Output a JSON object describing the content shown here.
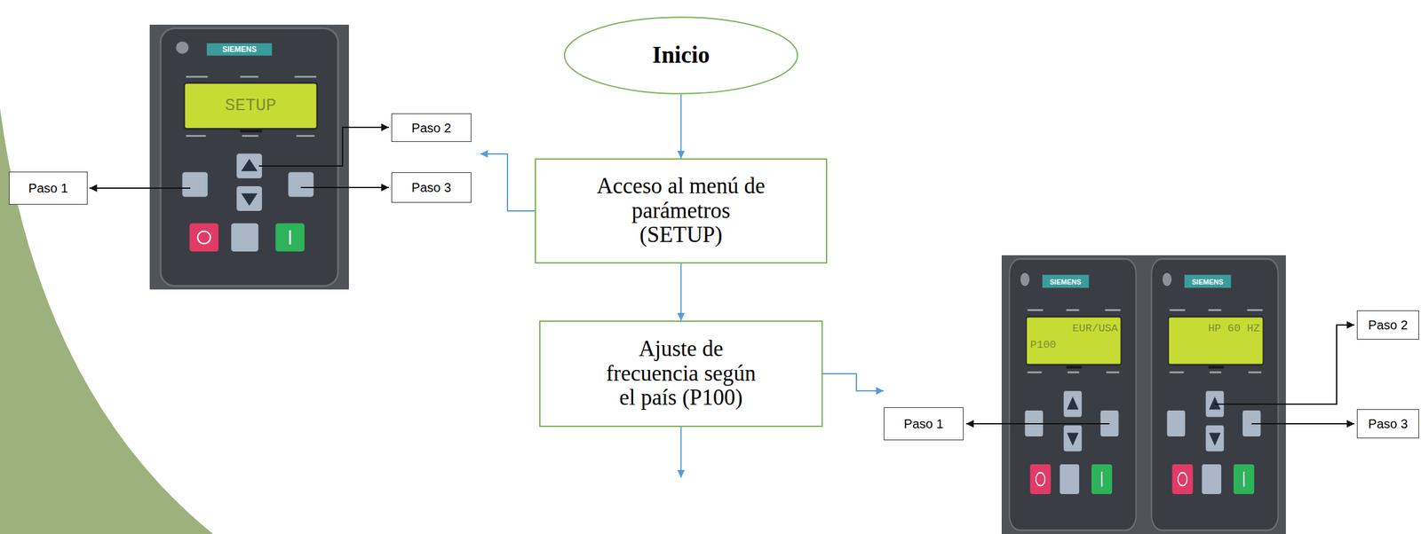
{
  "diagram": {
    "nodes": [
      {
        "text": [
          "Inicio"
        ]
      },
      {
        "text": [
          "Acceso al menú de parámetros (SETUP)"
        ]
      },
      {
        "text": [
          "Ajuste de frecuencia según el país (P100)"
        ]
      },
      {
        "text": [
          "Paso 1"
        ]
      },
      {
        "text": [
          "Paso 2"
        ]
      },
      {
        "text": [
          "Paso 3"
        ]
      },
      {
        "text": [
          "Paso 1"
        ]
      },
      {
        "text": [
          "Paso 2"
        ]
      },
      {
        "text": [
          "Paso 3"
        ]
      }
    ],
    "edges": [
      {
        "from": 0,
        "to": 1,
        "arrow": "to"
      },
      {
        "from": 1,
        "to": 2,
        "arrow": "to"
      }
    ],
    "labels": [
      "SIEMENS",
      "SETUP",
      "SIEMENS",
      "EUR/USA",
      "P100",
      "SIEMENS",
      "HP 60 HZ"
    ]
  }
}
